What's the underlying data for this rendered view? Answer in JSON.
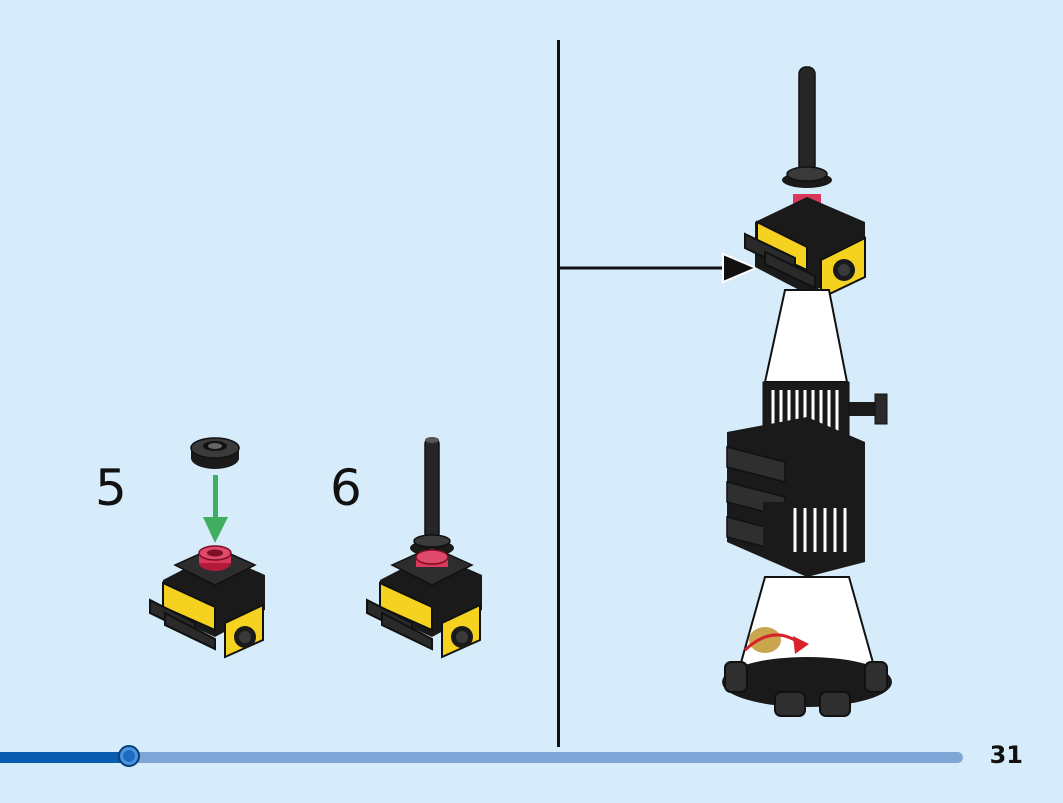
{
  "steps": [
    {
      "number": "5"
    },
    {
      "number": "6"
    }
  ],
  "page_number": "31",
  "progress": {
    "fraction": 0.12
  },
  "colors": {
    "background": "#d6ecfa",
    "brick_black": "#1a1a1a",
    "brick_yellow": "#f5d21f",
    "brick_red": "#d8385a",
    "rocket_white": "#ffffff",
    "arrow_green": "#3fae60",
    "progress_track": "#7ea6d6",
    "progress_fill": "#0a5cae"
  },
  "icons": [
    "down-arrow-icon",
    "callout-arrow-icon",
    "space-logo-icon"
  ]
}
